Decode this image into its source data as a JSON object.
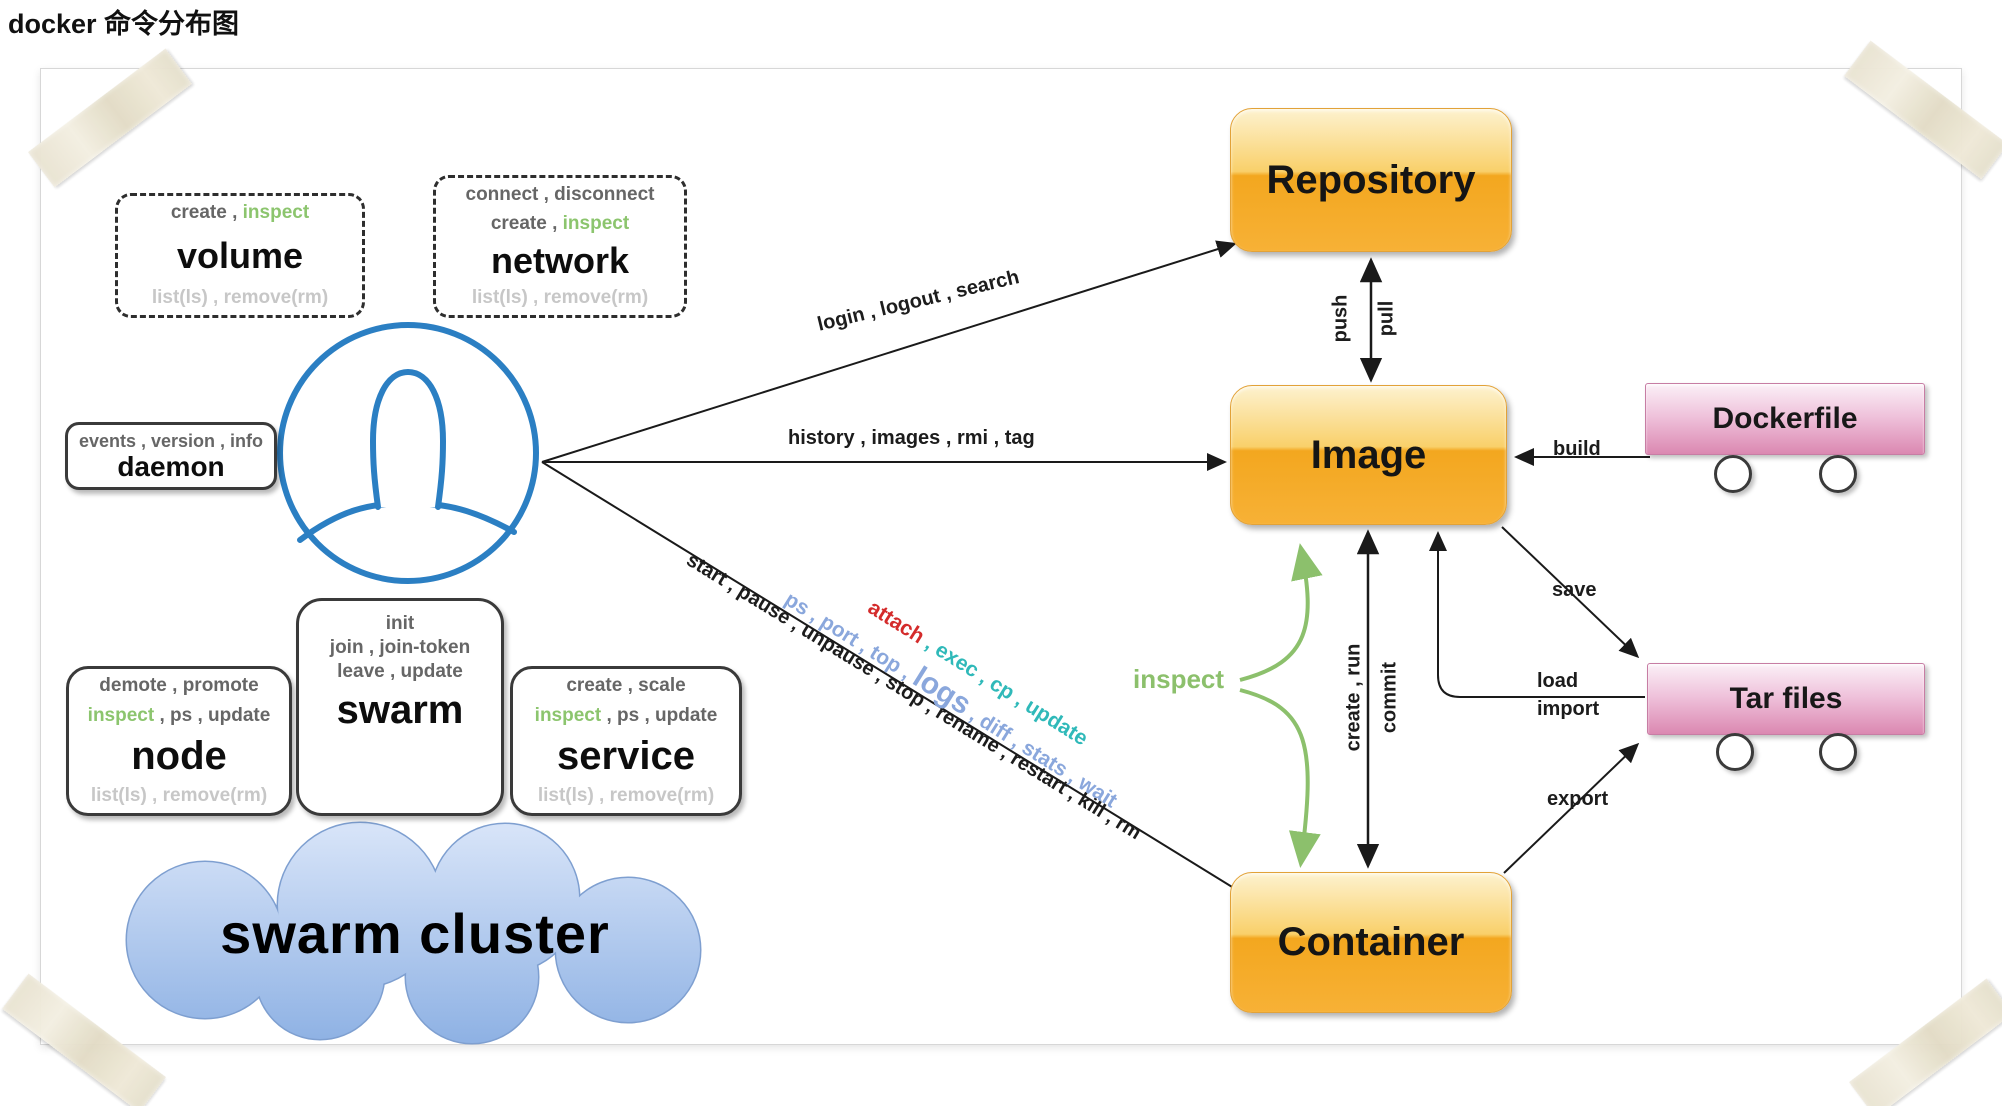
{
  "title": "docker 命令分布图",
  "dashed_boxes": {
    "volume": {
      "top_gray": "create , ",
      "top_green": "inspect",
      "name": "volume",
      "bottom": "list(ls) , remove(rm)"
    },
    "network": {
      "line1": "connect , disconnect",
      "line2_gray": "create , ",
      "line2_green": "inspect",
      "name": "network",
      "bottom": "list(ls) , remove(rm)"
    }
  },
  "solid_boxes": {
    "daemon": {
      "line1": "events , version , info",
      "name": "daemon"
    },
    "node": {
      "line1": "demote , promote",
      "line2_green": "inspect",
      "line2_gray": " , ps , update",
      "name": "node",
      "bottom": "list(ls) , remove(rm)"
    },
    "swarm": {
      "line1": "init",
      "line2": "join , join-token",
      "line3": "leave , update",
      "name": "swarm"
    },
    "service": {
      "line1": "create , scale",
      "line2_green": "inspect",
      "line2_gray": " , ps , update",
      "name": "service",
      "bottom": "list(ls) , remove(rm)"
    }
  },
  "cloud": {
    "label": "swarm cluster"
  },
  "entities": {
    "repository": "Repository",
    "image": "Image",
    "container": "Container",
    "dockerfile": "Dockerfile",
    "tar_files": "Tar files"
  },
  "edges": {
    "login": "login , logout , search",
    "history": "history , images , rmi , tag",
    "lifecycle": "start , pause , unpause , stop , rename , restart , kill , rm",
    "push": "push",
    "pull": "pull",
    "create_run": "create , run",
    "commit": "commit",
    "inspect": "inspect",
    "build": "build",
    "save": "save",
    "load": "load",
    "import": "import",
    "export": "export"
  },
  "container_commands": {
    "blue_pre": "ps , port , top , ",
    "blue_logs": "logs",
    "blue_post": " , diff , stats , wait",
    "red": "attach",
    "teal": " , exec , cp , update"
  },
  "colors": {
    "entity_orange": "#f6ad2e",
    "cart_pink": "#db88b1",
    "highlight_green": "#8cc56e",
    "cmd_blue": "#8aa7dc",
    "cmd_teal": "#2fb9b9",
    "cmd_red": "#d42b2b",
    "person_blue": "#2b7fc3",
    "cloud_blue": "#8fb2e4"
  }
}
